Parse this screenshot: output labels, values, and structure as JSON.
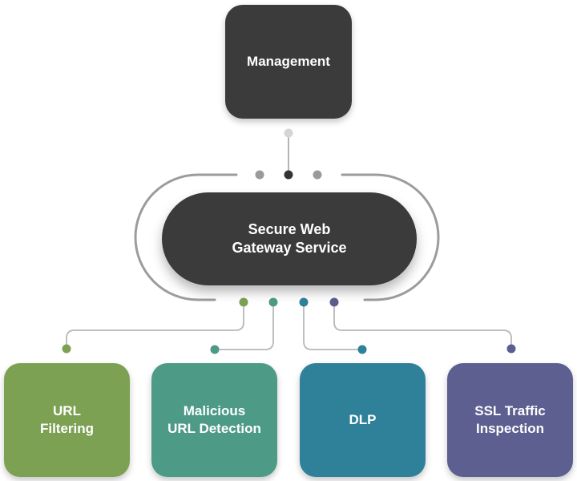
{
  "management": {
    "label": "Management",
    "color": "#3a3a3a"
  },
  "hub": {
    "label": "Secure Web\nGateway Service",
    "color": "#3a3a3a"
  },
  "modules": [
    {
      "label": "URL\nFiltering",
      "color": "#7da152"
    },
    {
      "label": "Malicious\nURL Detection",
      "color": "#4d9a87"
    },
    {
      "label": "DLP",
      "color": "#2f8199"
    },
    {
      "label": "SSL Traffic\nInspection",
      "color": "#5b5f8f"
    }
  ]
}
